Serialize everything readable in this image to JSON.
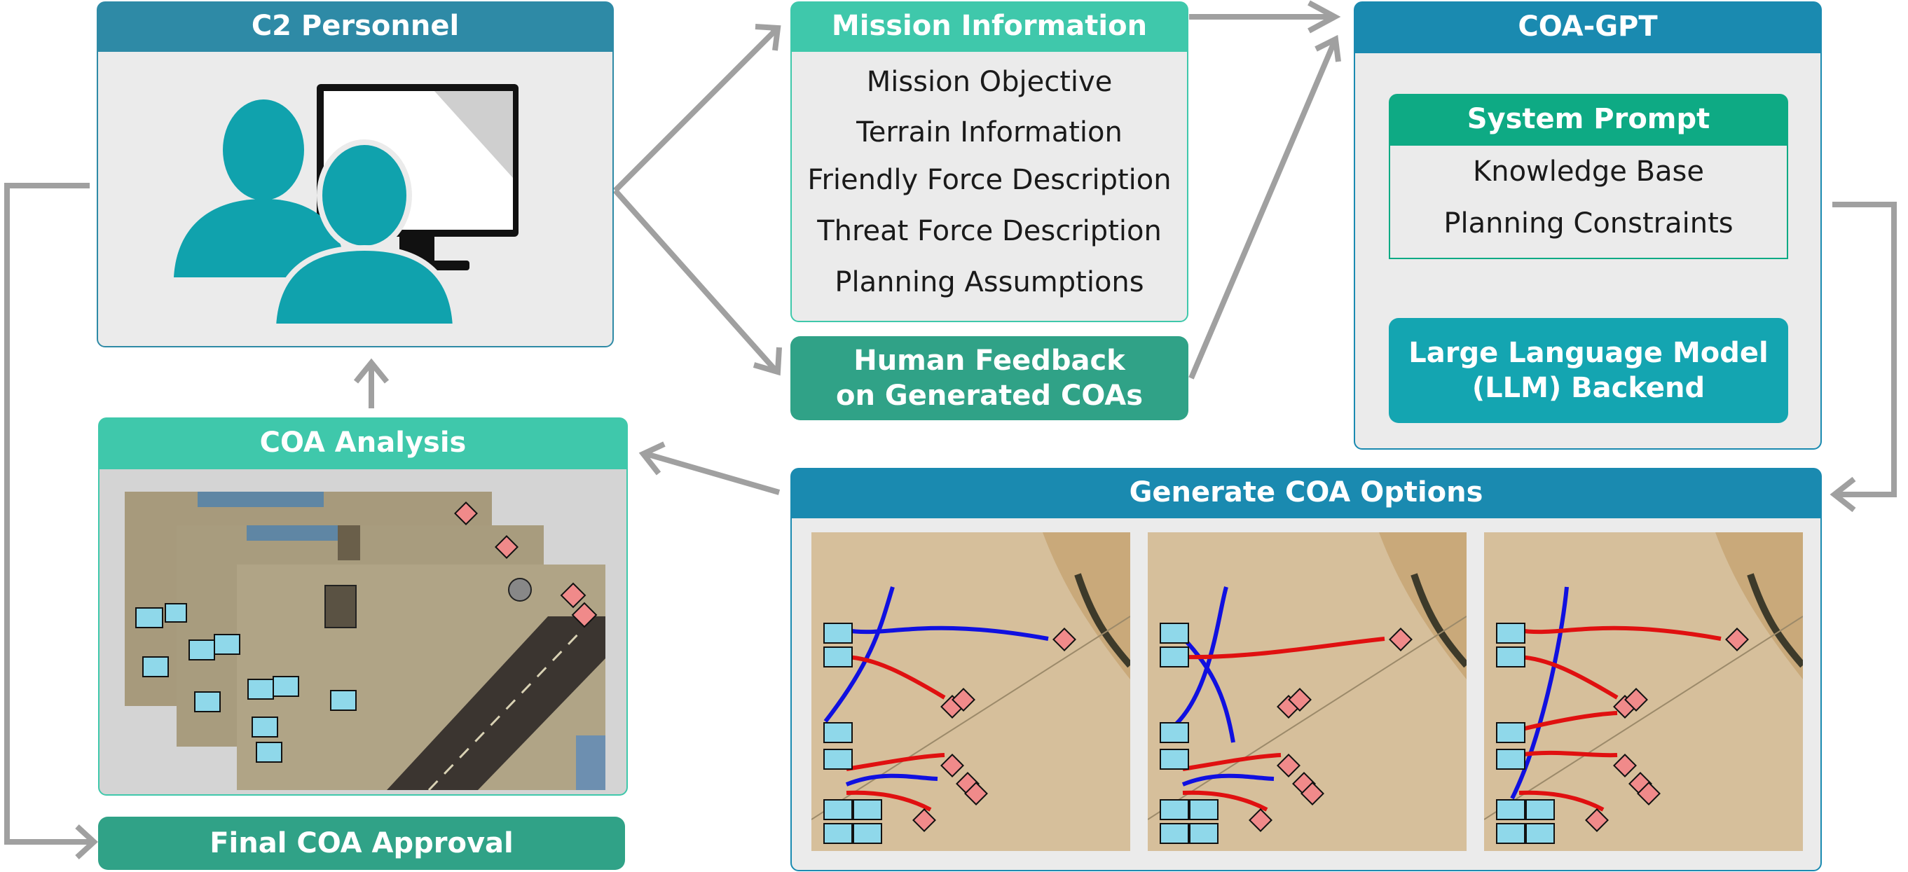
{
  "c2_personnel": {
    "title": "C2 Personnel"
  },
  "mission_information": {
    "title": "Mission Information",
    "items": [
      "Mission Objective",
      "Terrain Information",
      "Friendly Force Description",
      "Threat Force Description",
      "Planning Assumptions"
    ]
  },
  "human_feedback": {
    "line1": "Human Feedback",
    "line2": "on Generated COAs"
  },
  "coa_gpt": {
    "title": "COA-GPT",
    "system_prompt": {
      "title": "System Prompt",
      "items": [
        "Knowledge Base",
        "Planning Constraints"
      ]
    },
    "llm": {
      "line1": "Large Language Model",
      "line2": "(LLM) Backend"
    }
  },
  "coa_analysis": {
    "title": "COA Analysis"
  },
  "generate_coa": {
    "title": "Generate COA Options"
  },
  "final_coa": {
    "title": "Final COA Approval"
  },
  "colors": {
    "dark_teal_blue": "#2e8aa6",
    "mint": "#3fc8ab",
    "green_teal": "#30a287",
    "blue": "#1a8ab0",
    "prompt_green": "#0eaa84",
    "llm_teal": "#14a5b1",
    "arrow_gray": "#a0a0a0",
    "person_teal": "#10a2ad"
  }
}
